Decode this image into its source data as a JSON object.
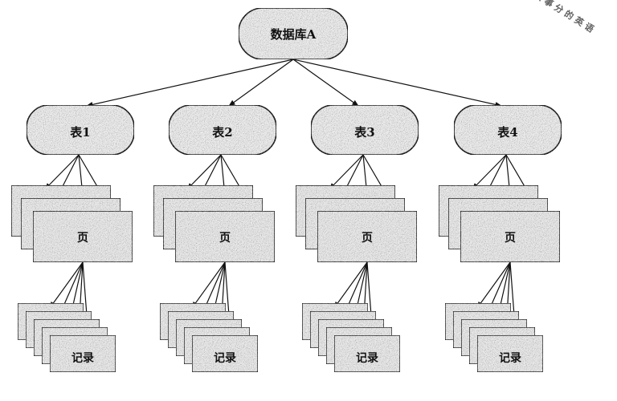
{
  "diagram": {
    "root": {
      "label": "数据库A"
    },
    "tables": [
      {
        "label": "表1",
        "page_label": "页",
        "record_label": "记录"
      },
      {
        "label": "表2",
        "page_label": "页",
        "record_label": "记录"
      },
      {
        "label": "表3",
        "page_label": "页",
        "record_label": "记录"
      },
      {
        "label": "表4",
        "page_label": "页",
        "record_label": "记录"
      }
    ],
    "stamp": {
      "text": "人 事 分 的 英 语"
    }
  }
}
